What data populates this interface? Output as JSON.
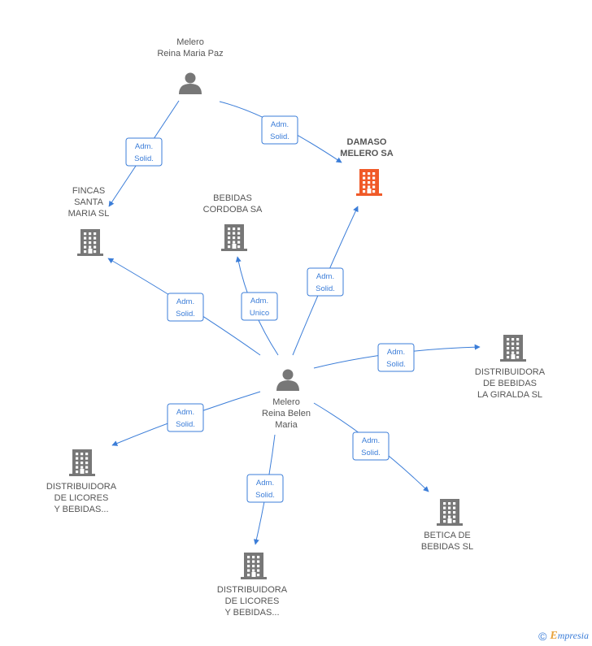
{
  "colors": {
    "accent": "#3b7dd8",
    "focus": "#f05a28",
    "node": "#777777",
    "text": "#555555"
  },
  "nodes": [
    {
      "id": "melero_paz",
      "kind": "person",
      "lines": [
        "Melero",
        "Reina Maria Paz"
      ]
    },
    {
      "id": "damaso",
      "kind": "company",
      "focus": true,
      "lines": [
        "DAMASO",
        "MELERO SA"
      ]
    },
    {
      "id": "fincas",
      "kind": "company",
      "lines": [
        "FINCAS",
        "SANTA",
        "MARIA SL"
      ]
    },
    {
      "id": "bebidas_cordoba",
      "kind": "company",
      "lines": [
        "BEBIDAS",
        "CORDOBA SA"
      ]
    },
    {
      "id": "melero_belen",
      "kind": "person",
      "lines": [
        "Melero",
        "Reina Belen",
        "Maria"
      ]
    },
    {
      "id": "giralda",
      "kind": "company",
      "lines": [
        "DISTRIBUIDORA",
        "DE BEBIDAS",
        "LA GIRALDA SL"
      ]
    },
    {
      "id": "dist_left",
      "kind": "company",
      "lines": [
        "DISTRIBUIDORA",
        "DE LICORES",
        "Y BEBIDAS..."
      ]
    },
    {
      "id": "dist_bottom",
      "kind": "company",
      "lines": [
        "DISTRIBUIDORA",
        "DE LICORES",
        "Y BEBIDAS..."
      ]
    },
    {
      "id": "betica",
      "kind": "company",
      "lines": [
        "BETICA DE",
        "BEBIDAS SL"
      ]
    }
  ],
  "edges": [
    {
      "from": "melero_paz",
      "to": "damaso",
      "lines": [
        "Adm.",
        "Solid."
      ]
    },
    {
      "from": "melero_paz",
      "to": "fincas",
      "lines": [
        "Adm.",
        "Solid."
      ]
    },
    {
      "from": "melero_belen",
      "to": "fincas",
      "lines": [
        "Adm.",
        "Solid."
      ]
    },
    {
      "from": "melero_belen",
      "to": "bebidas_cordoba",
      "lines": [
        "Adm.",
        "Unico"
      ]
    },
    {
      "from": "melero_belen",
      "to": "damaso",
      "lines": [
        "Adm.",
        "Solid."
      ]
    },
    {
      "from": "melero_belen",
      "to": "giralda",
      "lines": [
        "Adm.",
        "Solid."
      ]
    },
    {
      "from": "melero_belen",
      "to": "dist_left",
      "lines": [
        "Adm.",
        "Solid."
      ]
    },
    {
      "from": "melero_belen",
      "to": "dist_bottom",
      "lines": [
        "Adm.",
        "Solid."
      ]
    },
    {
      "from": "melero_belen",
      "to": "betica",
      "lines": [
        "Adm.",
        "Solid."
      ]
    }
  ],
  "footer": {
    "copyright": "©",
    "brand_initial": "E",
    "brand_rest": "mpresia"
  }
}
